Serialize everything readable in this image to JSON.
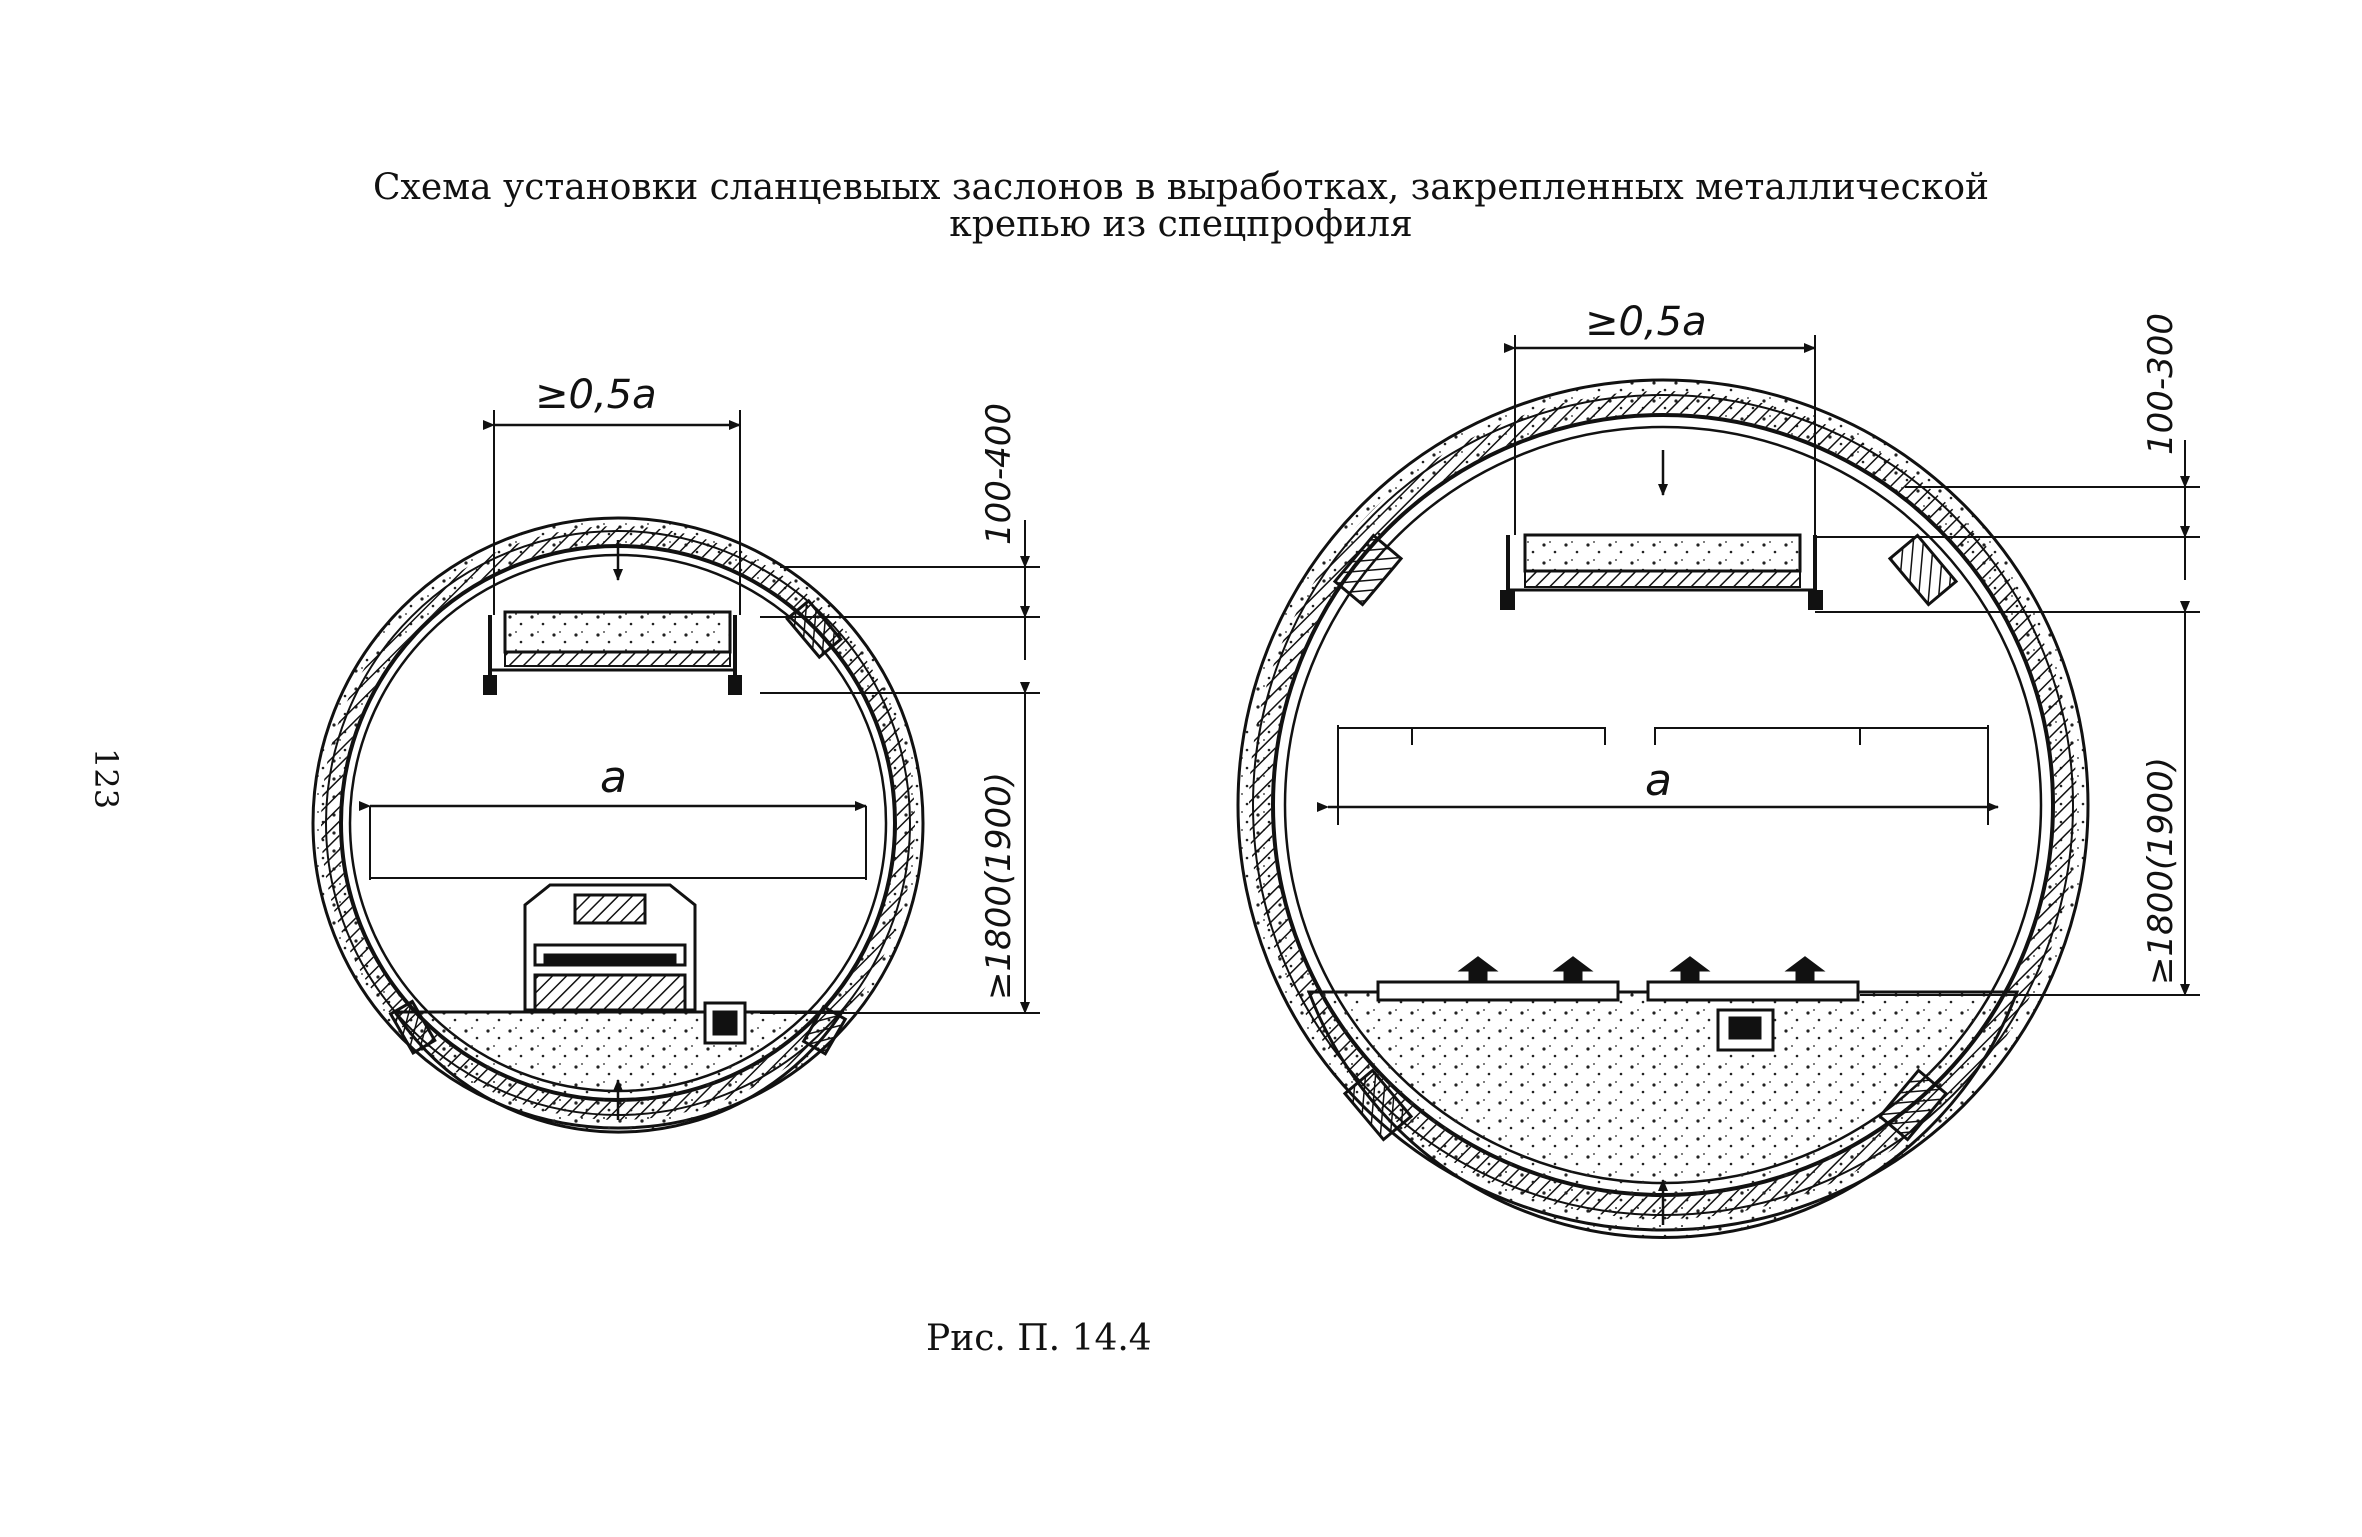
{
  "title": {
    "line1": "Схема установки сланцевыых заслонов в выработках, закрепленных металлической",
    "line2": "крепью из спецпрофиля"
  },
  "caption": "Рис. П. 14.4",
  "page_number": "123",
  "figure_left": {
    "top_dimension": "≥0,5a",
    "width_label": "a",
    "dim_upper": "100-400",
    "dim_lower": "≥1800(1900)"
  },
  "figure_right": {
    "top_dimension": "≥0,5a",
    "width_label": "a",
    "dim_upper": "100-300",
    "dim_lower": "≥1800(1900)"
  }
}
